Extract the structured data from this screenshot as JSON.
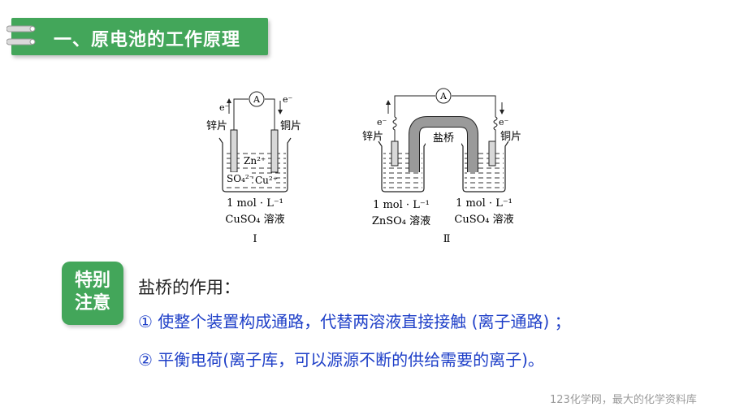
{
  "header": {
    "title": "一、原电池的工作原理"
  },
  "figure": {
    "cell1": {
      "ammeter": "A",
      "electron_left": "e⁻",
      "electron_right": "e⁻",
      "left_electrode": "锌片",
      "right_electrode": "铜片",
      "ion_zn": "Zn²⁺",
      "ion_so4": "SO₄²⁻",
      "ion_cu": "Cu²⁺",
      "solution_conc": "1 mol · L⁻¹",
      "solution_name": "CuSO₄ 溶液",
      "roman": "Ⅰ"
    },
    "cell2": {
      "ammeter": "A",
      "electron_left": "e⁻",
      "electron_right": "e⁻",
      "left_electrode": "锌片",
      "right_electrode": "铜片",
      "salt_bridge": "盐桥",
      "left_conc": "1 mol · L⁻¹",
      "left_solution": "ZnSO₄ 溶液",
      "right_conc": "1 mol · L⁻¹",
      "right_solution": "CuSO₄ 溶液",
      "roman": "Ⅱ"
    }
  },
  "note": {
    "badge_line1": "特别",
    "badge_line2": "注意",
    "heading": "盐桥的作用：",
    "line1": "① 使整个装置构成通路，代替两溶液直接接触 (离子通路) ；",
    "line2": "② 平衡电荷(离子库，可以源源不断的供给需要的离子)。"
  },
  "watermark": "123化学网，最大的化学资料库",
  "colors": {
    "accent_green": "#43a65a",
    "note_blue": "#1e3fc8"
  }
}
